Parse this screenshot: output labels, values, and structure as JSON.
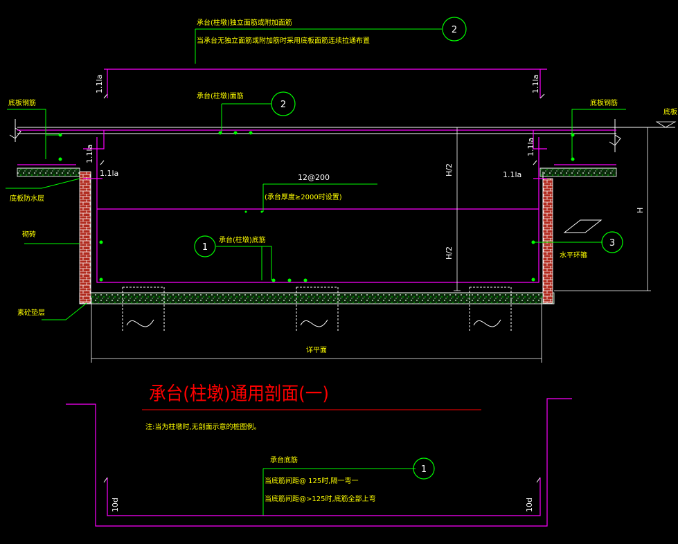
{
  "labels": {
    "top_note_line1": "承台(柱墩)独立面筋或附加面筋",
    "top_note_line2": "当承台无独立面筋或附加筋时采用底板面筋连续拉通布置",
    "top_face_bar": "承台(柱墩)面筋",
    "left_floor_rebar": "底板钢筋",
    "right_floor_rebar": "底板钢筋",
    "right_edge_cut": "底板",
    "left_waterproof": "底板防水层",
    "left_brick": "砌砖",
    "left_sand_bed": "素砼垫层",
    "bottom_bar": "承台(柱墩)底筋",
    "mid_bar_spec": "12@200",
    "mid_bar_note": "(承台厚度≥2000时设置)",
    "water_stop": "水平环箍",
    "bottom_dim": "详平面",
    "lap_left_top": "1.1la",
    "lap_right_top": "1.1la",
    "lap_left_wall": "1.1la",
    "lap_right_wall": "1.1la",
    "lap_left_h": "1.1la",
    "lap_right_h": "1.1la",
    "half_h_upper": "H/2",
    "half_h_lower": "H/2",
    "full_h": "H",
    "title": "承台(柱墩)通用剖面(一)",
    "note": "注:当为柱墩时,无剖面示意的桩图例。",
    "lower_bar": "承台底筋",
    "lower_note1": "当底筋间距@ 125时,隔一弯一",
    "lower_note2": "当底筋间距@>125时,底筋全部上弯",
    "dim_10d_left": "10d",
    "dim_10d_right": "10d"
  },
  "callouts": {
    "c_top": "2",
    "c_face": "2",
    "c_bottom": "1",
    "c_water": "3",
    "c_lower": "1"
  },
  "colors": {
    "background": "#000000",
    "magenta": "#ff00ff",
    "green": "#00ff00",
    "yellow": "#ffff00",
    "white": "#ffffff",
    "red": "#ff0000",
    "brick": "#c0392b"
  }
}
